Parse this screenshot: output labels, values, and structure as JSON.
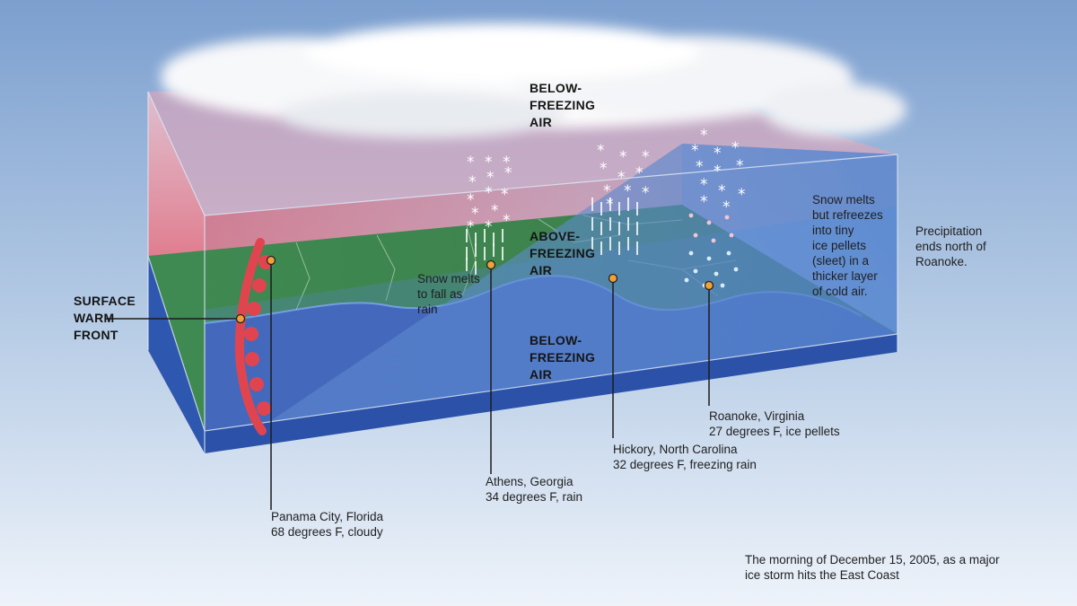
{
  "labels": {
    "below_freezing_top": [
      "BELOW-",
      "FREEZING",
      "AIR"
    ],
    "above_freezing": [
      "ABOVE-",
      "FREEZING",
      "AIR"
    ],
    "below_freezing_bottom": [
      "BELOW-",
      "FREEZING",
      "AIR"
    ],
    "surface_warm_front": [
      "SURFACE",
      "WARM",
      "FRONT"
    ],
    "snow_melts_rain": [
      "Snow melts",
      "to fall as",
      "rain"
    ],
    "snow_refreezes": [
      "Snow melts",
      "but refreezes",
      "into tiny",
      "ice pellets",
      "(sleet) in a",
      "thicker layer",
      "of cold air."
    ],
    "precip_ends": [
      "Precipitation",
      "ends north of",
      "Roanoke."
    ]
  },
  "locations": [
    {
      "name": "Panama City, Florida",
      "detail": "68 degrees F, cloudy"
    },
    {
      "name": "Athens, Georgia",
      "detail": "34 degrees F, rain"
    },
    {
      "name": "Hickory, North Carolina",
      "detail": "32 degrees F, freezing rain"
    },
    {
      "name": "Roanoke, Virginia",
      "detail": "27 degrees F, ice pellets"
    }
  ],
  "caption": [
    "The morning of December 15, 2005, as a major",
    "ice storm hits the East Coast"
  ],
  "colors": {
    "sky_top": "#7c9fcf",
    "sky_bottom": "#eef3fa",
    "warm_layer": "#d9546a",
    "land": "#3f8a52",
    "sea": "#3c5fb4",
    "cold_wedge": "#4f7fc9",
    "box_base": "#2b52a8",
    "marker": "#f0a23a"
  }
}
